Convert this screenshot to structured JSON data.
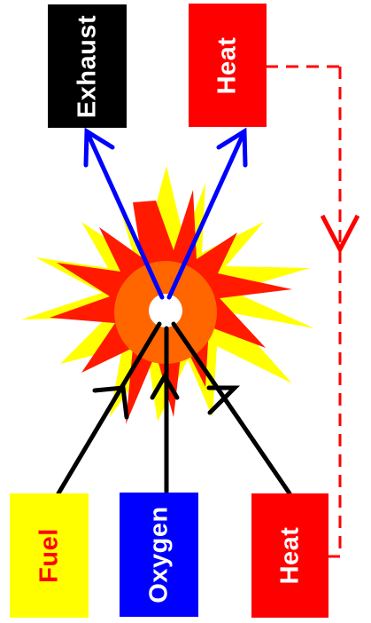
{
  "diagram": {
    "labels": {
      "exhaust": "Exhaust",
      "heat_out": "Heat",
      "fuel": "Fuel",
      "oxygen": "Oxygen",
      "heat_in": "Heat"
    },
    "colors": {
      "exhaust_box": "#000000",
      "exhaust_text": "#ffffff",
      "heat_box": "#ff0000",
      "heat_text": "#ffffff",
      "fuel_box": "#ffff00",
      "fuel_text": "#ff0000",
      "oxygen_box": "#0000ff",
      "oxygen_text": "#ffffff",
      "output_arrows": "#0000ff",
      "input_arrows": "#000000",
      "feedback_line": "#ff0000",
      "flame_outer": "#ffff00",
      "flame_inner": "#ff1a00",
      "fire_core": "#ff6600"
    }
  }
}
